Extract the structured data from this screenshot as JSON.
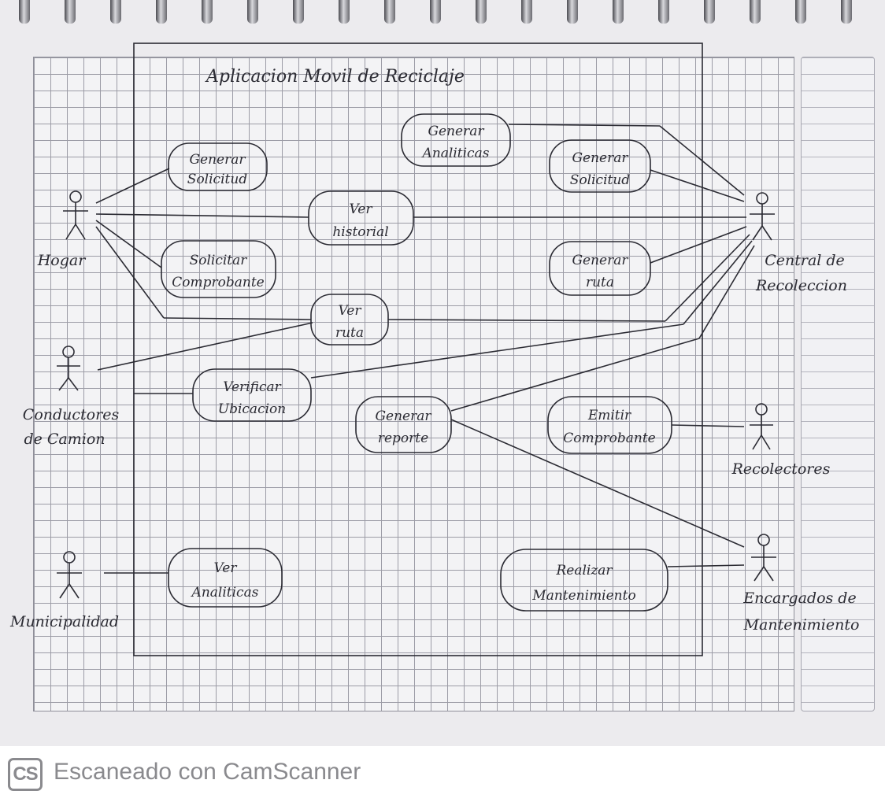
{
  "diagram": {
    "title": "Aplicacion Movil de Reciclaje",
    "use_cases": [
      {
        "id": "generar_analiticas",
        "line1": "Generar",
        "line2": "Analiticas"
      },
      {
        "id": "generar_solicitud_hogar",
        "line1": "Generar",
        "line2": "Solicitud"
      },
      {
        "id": "generar_solicitud_central",
        "line1": "Generar",
        "line2": "Solicitud"
      },
      {
        "id": "ver_historial",
        "line1": "Ver",
        "line2": "historial"
      },
      {
        "id": "solicitar_comprobante",
        "line1": "Solicitar",
        "line2": "Comprobante"
      },
      {
        "id": "generar_ruta",
        "line1": "Generar",
        "line2": "ruta"
      },
      {
        "id": "ver_ruta",
        "line1": "Ver",
        "line2": "ruta"
      },
      {
        "id": "verificar_ubicacion",
        "line1": "Verificar",
        "line2": "Ubicacion"
      },
      {
        "id": "generar_reporte",
        "line1": "Generar",
        "line2": "reporte"
      },
      {
        "id": "emitir_comprobante",
        "line1": "Emitir",
        "line2": "Comprobante"
      },
      {
        "id": "ver_analiticas",
        "line1": "Ver",
        "line2": "Analiticas"
      },
      {
        "id": "realizar_mantenimiento",
        "line1": "Realizar",
        "line2": "Mantenimiento"
      }
    ],
    "actors": [
      {
        "id": "hogar",
        "line1": "Hogar",
        "line2": ""
      },
      {
        "id": "conductores",
        "line1": "Conductores",
        "line2": "de Camion"
      },
      {
        "id": "municipalidad",
        "line1": "Municipalidad",
        "line2": ""
      },
      {
        "id": "central",
        "line1": "Central de",
        "line2": "Recoleccion"
      },
      {
        "id": "recolectores",
        "line1": "Recolectores",
        "line2": ""
      },
      {
        "id": "encargados",
        "line1": "Encargados de",
        "line2": "Mantenimiento"
      }
    ]
  },
  "footer": {
    "logo": "CS",
    "text": "Escaneado con CamScanner"
  },
  "colors": {
    "ink": "#2b2b33",
    "grid": "#9c9ca6",
    "paper": "#f3f3f5"
  }
}
